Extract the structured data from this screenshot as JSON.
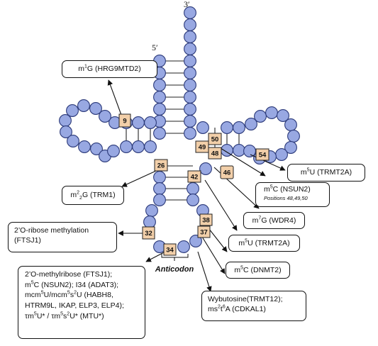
{
  "ends": {
    "three_prime": "3′",
    "five_prime": "5′"
  },
  "positions": [
    "9",
    "26",
    "42",
    "46",
    "48",
    "49",
    "50",
    "54",
    "38",
    "37",
    "32",
    "34"
  ],
  "anticodon_label": "Anticodon",
  "labels": {
    "m1g": {
      "pre": "m",
      "sup": "1",
      "post": "G (HRG9MTD2)"
    },
    "m22g": {
      "pre": "m",
      "sup": "2",
      "sub": "2",
      "post": "G (TRM1)"
    },
    "ribose": {
      "line1": "2’O-ribose methylation",
      "line2": "(FTSJ1)"
    },
    "m5u_54": {
      "pre": "m",
      "sup": "5",
      "post": "U (TRMT2A)"
    },
    "m5c_nsun2": {
      "pre": "m",
      "sup": "5",
      "post": "C (NSUN2)",
      "note": "Positions 48,49,50"
    },
    "m7g": {
      "pre": "m",
      "sup": "7",
      "post": "G (WDR4)"
    },
    "m5u_38": {
      "pre": "m",
      "sup": "5",
      "post": "U (TRMT2A)"
    },
    "m5c_dnmt2": {
      "pre": "m",
      "sup": "5",
      "post": "C (DNMT2)"
    },
    "wybutosine": {
      "line1": "Wybutosine(TRMT12);",
      "l2_pre": "ms",
      "l2_sup1": "2",
      "l2_mid": "t",
      "l2_sup2": "6",
      "l2_post": "A (CDKAL1)"
    },
    "anticodon_mods": {
      "line1": "2’O-methylribose (FTSJ1);",
      "l2_pre": "m",
      "l2_sup": "5",
      "l2_post": "C (NSUN2); I34 (ADAT3);",
      "l3_a": "mcm",
      "l3_sup1": "5",
      "l3_b": "U/mcm",
      "l3_sup2": "5",
      "l3_c": "s",
      "l3_sup3": "2",
      "l3_d": "U (HABH8,",
      "line4": "HTRM9L, IKAP, ELP3, ELP4);",
      "l5_a": "τm",
      "l5_sup1": "5",
      "l5_b": "U* / τm",
      "l5_sup2": "5",
      "l5_c": "s",
      "l5_sup3": "2",
      "l5_d": "U* (MTU*)"
    }
  }
}
